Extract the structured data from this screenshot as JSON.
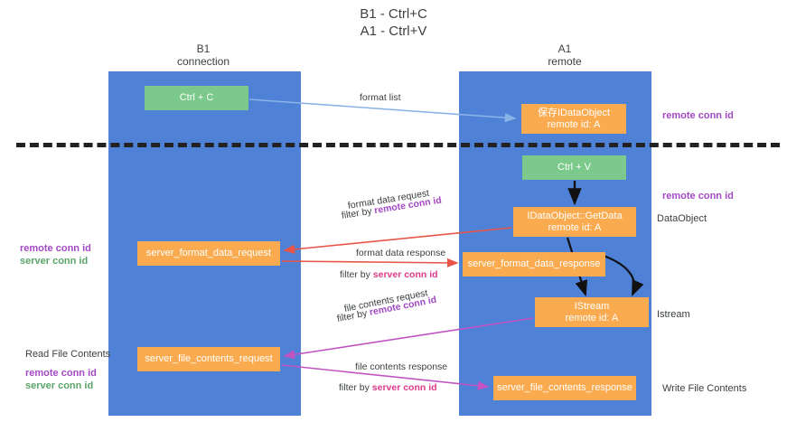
{
  "title": {
    "line1": "B1 - Ctrl+C",
    "line2": "A1 - Ctrl+V"
  },
  "columns": [
    {
      "name": "B1",
      "role": "connection"
    },
    {
      "name": "A1",
      "role": "remote"
    }
  ],
  "lanes": {
    "left_label_name": "B1",
    "left_label_role": "connection",
    "right_label_name": "A1",
    "right_label_role": "remote",
    "color": "#4f81d7"
  },
  "boxes": {
    "ctrl_c": {
      "label": "Ctrl + C",
      "color": "#7bc98b"
    },
    "save_idataobject": {
      "line1": "保存IDataObject",
      "line2": "remote id: A",
      "color": "#fbab4f"
    },
    "ctrl_v": {
      "label": "Ctrl + V",
      "color": "#7bc98b"
    },
    "getdata": {
      "line1": "IDataObject::GetData",
      "line2": "remote id: A",
      "color": "#fbab4f"
    },
    "server_format_data_request": {
      "label": "server_format_data_request",
      "color": "#fbab4f"
    },
    "server_format_data_response": {
      "label": "server_format_data_response",
      "color": "#fbab4f"
    },
    "istream": {
      "line1": "IStream",
      "line2": "remote id: A",
      "color": "#fbab4f"
    },
    "server_file_contents_request": {
      "label": "server_file_contents_request",
      "color": "#fbab4f"
    },
    "server_file_contents_response": {
      "label": "server_file_contents_response",
      "color": "#fbab4f"
    }
  },
  "arrow_labels": {
    "format_list": "format list",
    "format_data_request": "format data request",
    "format_data_request_filter_prefix": "filter by ",
    "format_data_request_filter_key": "remote conn id",
    "format_data_response": "format data response",
    "format_data_response_filter_prefix": "filter by ",
    "format_data_response_filter_key": "server conn id",
    "file_contents_request": "file contents request",
    "file_contents_request_filter_prefix": "filter by ",
    "file_contents_request_filter_key": "remote conn id",
    "file_contents_response": "file contents response",
    "file_contents_response_filter_prefix": "filter by ",
    "file_contents_response_filter_key": "server conn id"
  },
  "annotations": {
    "right_remote_conn_id_top": "remote conn id",
    "right_remote_conn_id_mid": "remote conn id",
    "right_dataobject": "DataObject",
    "right_istream": "Istream",
    "right_write_file_contents": "Write File Contents",
    "left_remote_conn_id": "remote conn id",
    "left_server_conn_id": "server conn id",
    "left_read_file_contents": "Read File Contents",
    "left_remote_conn_id_2": "remote conn id",
    "left_server_conn_id_2": "server conn id"
  },
  "colors": {
    "lane": "#4f81d7",
    "green_box": "#7bc98b",
    "orange_box": "#fbab4f",
    "purple_text": "#a349c4",
    "green_text": "#5aa469",
    "magenta_text": "#e03a8a",
    "divider": "#222222",
    "arrow_blue": "#8ab4e8",
    "arrow_red": "#e8564a",
    "arrow_magenta": "#c254c2",
    "arrow_black": "#111111"
  }
}
